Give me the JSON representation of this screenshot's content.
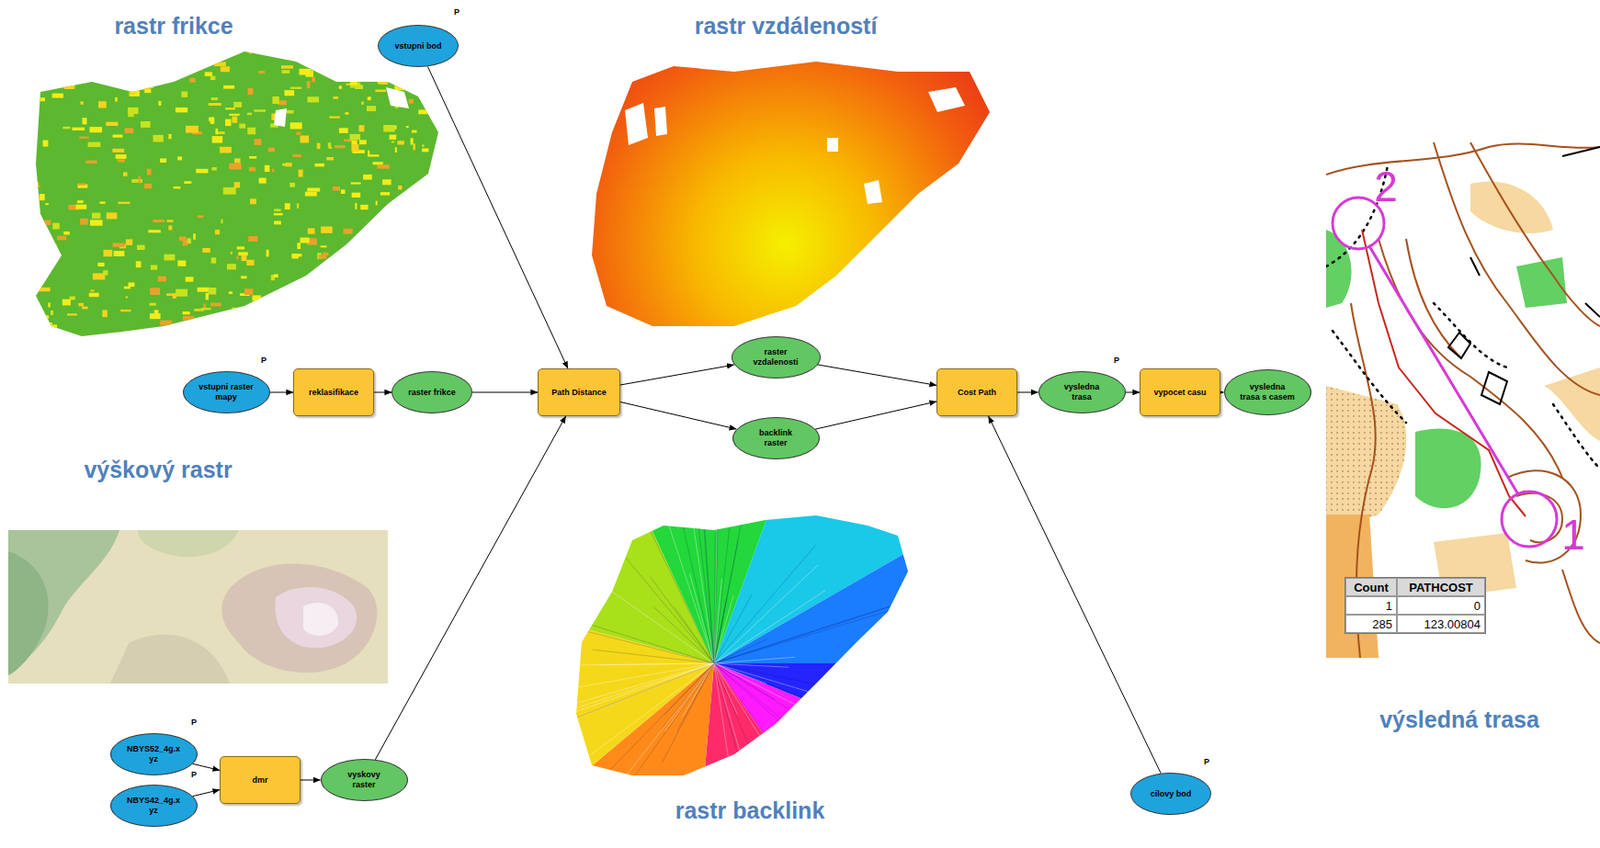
{
  "diagram": {
    "nodes": [
      {
        "text": [
          "vstupni bod"
        ]
      },
      {
        "text": [
          "vstupni raster mapy"
        ]
      },
      {
        "text": [
          "reklasifikace"
        ]
      },
      {
        "text": [
          "raster frikce"
        ]
      },
      {
        "text": [
          "NBYS52_4g.xyz"
        ]
      },
      {
        "text": [
          "NBYS42_4g.xyz"
        ]
      },
      {
        "text": [
          "dmr"
        ]
      },
      {
        "text": [
          "vyskovy raster"
        ]
      },
      {
        "text": [
          "Path Distance"
        ]
      },
      {
        "text": [
          "raster vzdalenosti"
        ]
      },
      {
        "text": [
          "backlink raster"
        ]
      },
      {
        "text": [
          "Cost Path"
        ]
      },
      {
        "text": [
          "cilovy bod"
        ]
      },
      {
        "text": [
          "vysledna trasa"
        ]
      },
      {
        "text": [
          "vypocet casu"
        ]
      },
      {
        "text": [
          "vysledna trasa s casem"
        ]
      }
    ],
    "edges": [
      {
        "from": 0,
        "to": 8,
        "arrow": "to"
      },
      {
        "from": 1,
        "to": 2,
        "arrow": "to"
      },
      {
        "from": 2,
        "to": 3,
        "arrow": "to"
      },
      {
        "from": 3,
        "to": 8,
        "arrow": "to"
      },
      {
        "from": 4,
        "to": 6,
        "arrow": "to"
      },
      {
        "from": 5,
        "to": 6,
        "arrow": "to"
      },
      {
        "from": 6,
        "to": 7,
        "arrow": "to"
      },
      {
        "from": 7,
        "to": 8,
        "arrow": "to"
      },
      {
        "from": 8,
        "to": 9,
        "arrow": "to"
      },
      {
        "from": 8,
        "to": 10,
        "arrow": "to"
      },
      {
        "from": 9,
        "to": 11,
        "arrow": "to"
      },
      {
        "from": 10,
        "to": 11,
        "arrow": "to"
      },
      {
        "from": 12,
        "to": 11,
        "arrow": "to"
      },
      {
        "from": 11,
        "to": 13,
        "arrow": "to"
      },
      {
        "from": 13,
        "to": 14,
        "arrow": "to"
      },
      {
        "from": 14,
        "to": 15,
        "arrow": "to"
      }
    ],
    "labels": [
      "rastr frikce",
      "rastr vzdáleností",
      "výškový rastr",
      "rastr backlink",
      "výsledná trasa",
      "P",
      "P",
      "P",
      "P",
      "P",
      "P",
      "2",
      "1",
      "Count",
      "PATHCOST",
      "1",
      "0",
      "285",
      "123.00804"
    ]
  }
}
